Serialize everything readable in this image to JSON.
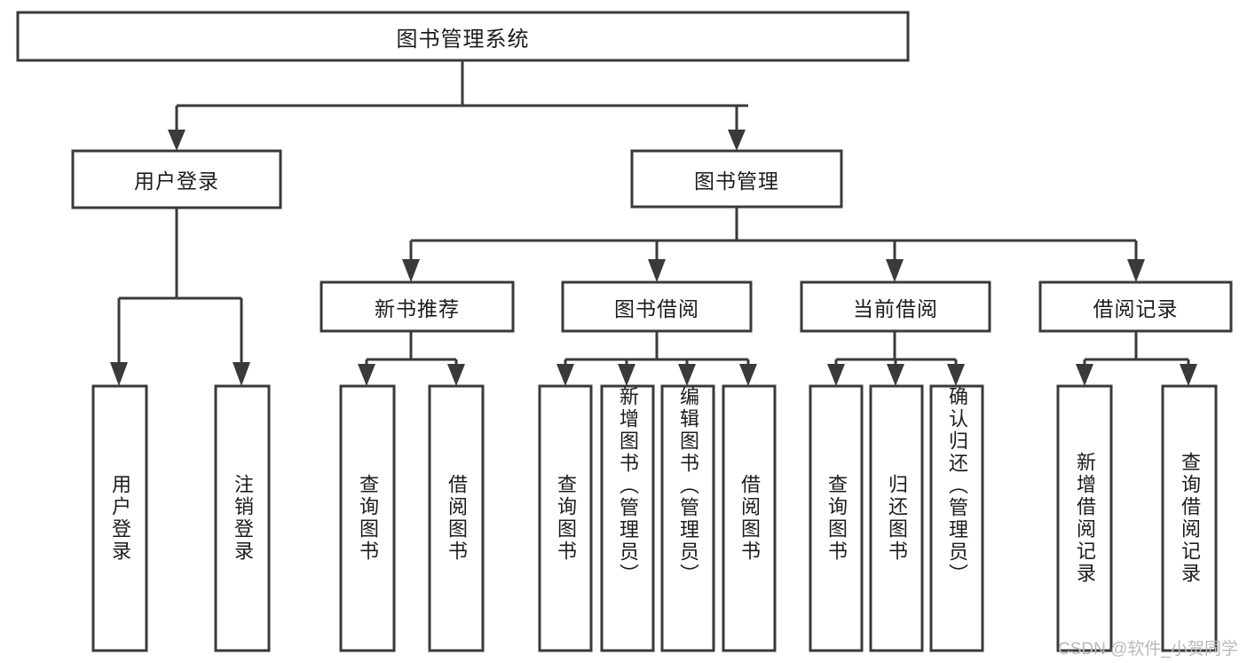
{
  "diagram": {
    "type": "tree-hierarchy-diagram",
    "title": "图书管理系统",
    "watermark": "CSDN @软件_小贺同学",
    "colors": {
      "box_stroke": "#3a3a3a",
      "box_fill": "#ffffff",
      "connector": "#3a3a3a",
      "text": "#1c1c1c",
      "watermark": "#b9b9b9",
      "background": "#ffffff"
    },
    "root": {
      "label": "图书管理系统"
    },
    "level2": [
      {
        "label": "用户登录"
      },
      {
        "label": "图书管理"
      }
    ],
    "level3": [
      {
        "label": "新书推荐"
      },
      {
        "label": "图书借阅"
      },
      {
        "label": "当前借阅"
      },
      {
        "label": "借阅记录"
      }
    ],
    "leaves": {
      "user_login": [
        {
          "label": "用户登录"
        },
        {
          "label": "注销登录"
        }
      ],
      "new_book_recommend": [
        {
          "label": "查询图书"
        },
        {
          "label": "借阅图书"
        }
      ],
      "book_borrow": [
        {
          "label": "查询图书"
        },
        {
          "label": "新增图书（管理员）"
        },
        {
          "label": "编辑图书（管理员）"
        },
        {
          "label": "借阅图书"
        }
      ],
      "current_borrow": [
        {
          "label": "查询图书"
        },
        {
          "label": "归还图书"
        },
        {
          "label": "确认归还（管理员）"
        }
      ],
      "borrow_record": [
        {
          "label": "新增借阅记录"
        },
        {
          "label": "查询借阅记录"
        }
      ]
    }
  }
}
